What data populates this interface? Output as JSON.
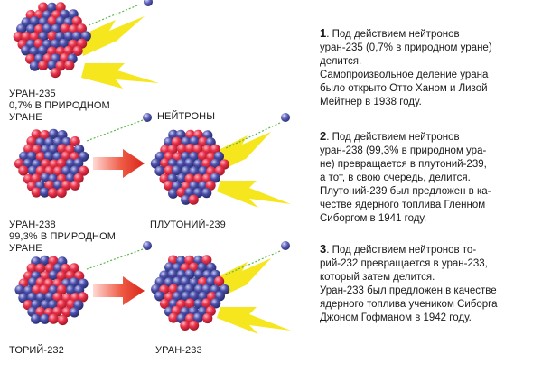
{
  "labels": {
    "u235": [
      "УРАН-235",
      "0,7% В ПРИРОДНОМ",
      "УРАНЕ"
    ],
    "neutrons": "НЕЙТРОНЫ",
    "u238": [
      "УРАН-238",
      "99,3% В ПРИРОДНОМ",
      "УРАНЕ"
    ],
    "pu239": "ПЛУТОНИЙ-239",
    "th232": "ТОРИЙ-232",
    "u233": "УРАН-233"
  },
  "paragraphs": [
    {
      "number": "1",
      "lines": [
        ". Под действием нейтронов",
        "уран-235 (0,7% в природном уране)",
        "делится.",
        "Самопроизвольное деление урана",
        "было открыто Отто Ханом и Лизой",
        "Мейтнер в 1938 году."
      ]
    },
    {
      "number": "2",
      "lines": [
        ". Под действием нейтронов",
        "уран-238 (99,3% в природном ура-",
        "не) превращается в плутоний-239,",
        "а тот, в свою очередь, делится.",
        "Плутоний-239 был предложен в ка-",
        "честве ядерного топлива Гленном",
        "Сиборгом в 1941 году."
      ]
    },
    {
      "number": "3",
      "lines": [
        ". Под действием нейтронов то-",
        "рий-232 превращается в уран-233,",
        "который затем делится.",
        "Уран-233 был предложен в качестве",
        "ядерного топлива учеником Сиборга",
        "Джоном Гофманом в 1942 году."
      ]
    }
  ],
  "colors": {
    "proton": "#e8324a",
    "neutron": "#4a4ea8",
    "neutron_ball": "#5a5fb8",
    "lightning": "#f5e61e",
    "arrow": "#e53b2c",
    "neutron_path": "#5bb84a"
  }
}
